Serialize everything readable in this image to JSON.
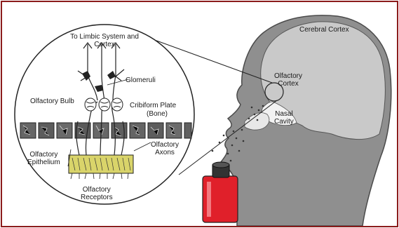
{
  "labels": {
    "limbic": "To Limbic System and Cortex",
    "glomeruli": "Glomeruli",
    "olfactory_bulb": "Olfactory Bulb",
    "cribriform_plate": "Cribiform Plate",
    "cribriform_plate_note": "(Bone)",
    "olfactory_axons_line1": "Olfactory",
    "olfactory_axons_line2": "Axons",
    "olfactory_epithelium_line1": "Olfactory",
    "olfactory_epithelium_line2": "Epithelium",
    "olfactory_receptors_line1": "Olfactory",
    "olfactory_receptors_line2": "Receptors",
    "cerebral_cortex": "Cerebral Cortex",
    "olfactory_cortex_line1": "Olfactory",
    "olfactory_cortex_line2": "Cortex",
    "nasal_cavity_line1": "Nasal",
    "nasal_cavity_line2": "Cavity"
  },
  "colors": {
    "frame_border": "#8b1c1c",
    "head": "#8f8f8f",
    "brain": "#c9c9c9",
    "bottle": "#e0202a",
    "epithelium": "#d9d46a"
  }
}
